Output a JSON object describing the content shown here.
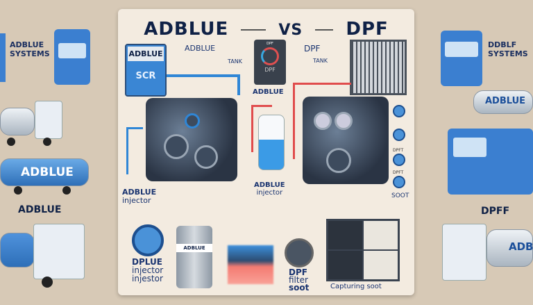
{
  "title": {
    "left": "ADBLUE",
    "vs": "VS",
    "right": "DPF"
  },
  "panel": {
    "scr_box": {
      "top": "ADBLUE",
      "bottom": "SCR"
    },
    "adblue_tank_label": "ADBLUE",
    "tank_left": "TANK",
    "gauge": {
      "label": "DPF",
      "top": "DPF"
    },
    "adblue_center": "ADBLUE",
    "dpf_tank_label": "DPF",
    "tank_right": "TANK",
    "injector_left": [
      "ADBLUE",
      "injector"
    ],
    "injector_center": [
      "ADBLUE",
      "injector"
    ],
    "right_side_labels": [
      "DPFT",
      "DPFT",
      "SOOT"
    ],
    "bottom": {
      "left_text": [
        "DPLUE",
        "injector",
        "injestor"
      ],
      "tank_label": "ADBLUE",
      "dpf_text": [
        "DPF",
        "filter",
        "soot"
      ],
      "capturing": "Capturing soot"
    }
  },
  "sides": {
    "left": {
      "systems": "ADBLUE SYSTEMS",
      "tanker": "ADBLUE",
      "caption": "ADBLUE"
    },
    "right": {
      "systems": "DDBLF SYSTEMS",
      "tanker": "ADBLUE",
      "caption": "DPFF",
      "bottom_tanker": "ADBL"
    }
  },
  "colors": {
    "accent_blue": "#2f7fd1",
    "accent_red": "#e04c4c",
    "navy": "#0f2146",
    "panel": "#f3ebe0",
    "background": "#d7c9b6"
  }
}
